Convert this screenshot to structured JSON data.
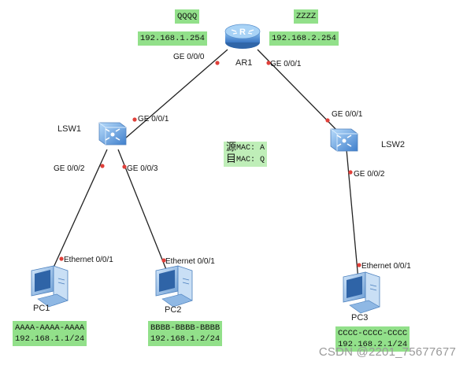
{
  "router": {
    "name": "AR1",
    "left_hostname": "QQQQ",
    "right_hostname": "ZZZZ",
    "left_ip": "192.168.1.254",
    "right_ip": "192.168.2.254",
    "port_left": "GE 0/0/0",
    "port_right": "GE 0/0/1"
  },
  "lsw1": {
    "name": "LSW1",
    "port_uplink": "GE 0/0/1",
    "port_pc1": "GE 0/0/2",
    "port_pc2": "GE 0/0/3"
  },
  "lsw2": {
    "name": "LSW2",
    "port_uplink": "GE 0/0/1",
    "port_pc3": "GE 0/0/2"
  },
  "pc1": {
    "name": "PC1",
    "port": "Ethernet 0/0/1",
    "mac": "AAAA-AAAA-AAAA",
    "ip": "192.168.1.1/24"
  },
  "pc2": {
    "name": "PC2",
    "port": "Ethernet 0/0/1",
    "mac": "BBBB-BBBB-BBBB",
    "ip": "192.168.1.2/24"
  },
  "pc3": {
    "name": "PC3",
    "port": "Ethernet 0/0/1",
    "mac": "CCCC-CCCC-CCCC",
    "ip": "192.168.2.1/24"
  },
  "mac_note": {
    "src_char": "源",
    "src_text": "MAC: A",
    "dst_char": "目",
    "dst_text": "MAC: Q"
  },
  "watermark": "CSDN @2201_75677677",
  "colors": {
    "link": "#222222",
    "port_dot": "#e0403a",
    "label_bg": "#92e08a",
    "note_bg": "#bfeeb8",
    "device_blue": "#4f8fd6"
  }
}
